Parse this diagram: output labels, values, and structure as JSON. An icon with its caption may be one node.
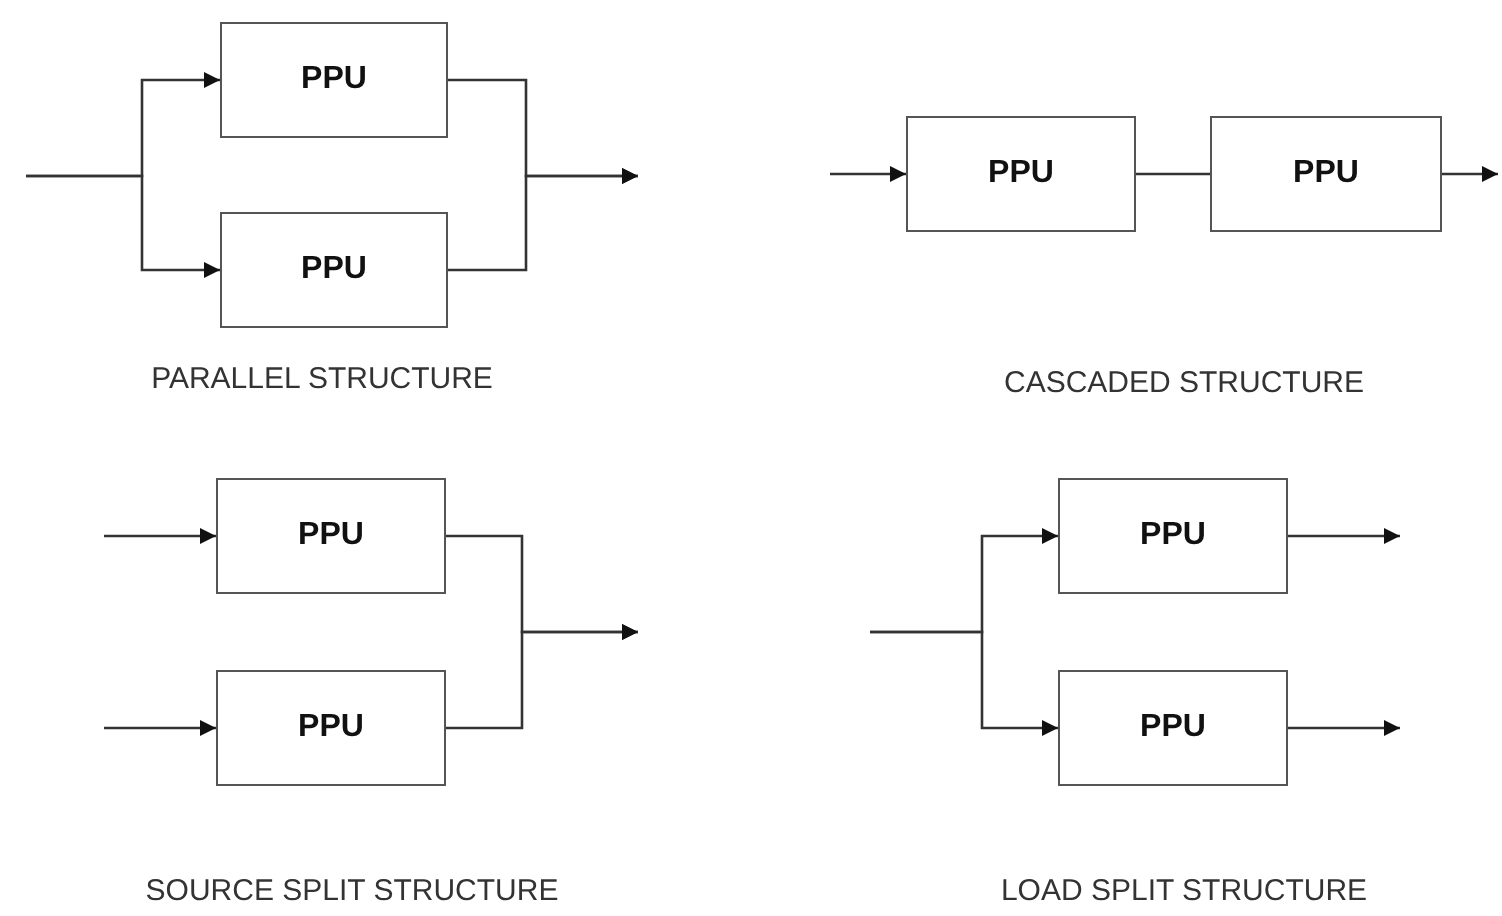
{
  "diagram": {
    "nodes": [
      {
        "text": [
          "PPU"
        ]
      },
      {
        "text": [
          "PPU"
        ]
      },
      {
        "text": [
          "PPU"
        ]
      },
      {
        "text": [
          "PPU"
        ]
      },
      {
        "text": [
          "PPU"
        ]
      },
      {
        "text": [
          "PPU"
        ]
      },
      {
        "text": [
          "PPU"
        ]
      },
      {
        "text": [
          "PPU"
        ]
      }
    ],
    "edges": [
      {
        "from": null,
        "to": 0,
        "arrow": "to"
      },
      {
        "from": null,
        "to": 1,
        "arrow": "to"
      },
      {
        "from": 0,
        "to": null,
        "arrow": "to"
      },
      {
        "from": 1,
        "to": null,
        "arrow": "to"
      },
      {
        "from": null,
        "to": 2,
        "arrow": "to"
      },
      {
        "from": 2,
        "to": 3,
        "arrow": "none"
      },
      {
        "from": 3,
        "to": null,
        "arrow": "to"
      },
      {
        "from": null,
        "to": 4,
        "arrow": "to"
      },
      {
        "from": null,
        "to": 5,
        "arrow": "to"
      },
      {
        "from": 4,
        "to": null,
        "arrow": "to"
      },
      {
        "from": 5,
        "to": null,
        "arrow": "to"
      },
      {
        "from": null,
        "to": 6,
        "arrow": "to"
      },
      {
        "from": null,
        "to": 7,
        "arrow": "to"
      },
      {
        "from": 6,
        "to": null,
        "arrow": "to"
      },
      {
        "from": 7,
        "to": null,
        "arrow": "to"
      }
    ],
    "labels": [
      "PARALLEL STRUCTURE",
      "CASCADED STRUCTURE",
      "SOURCE SPLIT STRUCTURE",
      "LOAD SPLIT STRUCTURE"
    ]
  }
}
